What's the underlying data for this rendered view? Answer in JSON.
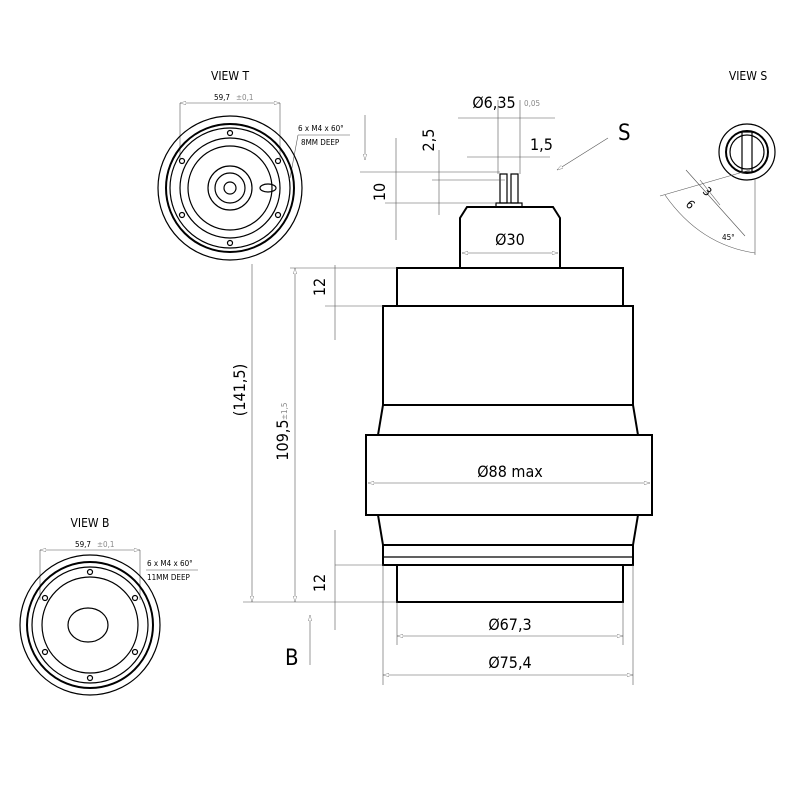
{
  "view_t": {
    "title": "VIEW T",
    "width_dim": "59,7",
    "width_tol": "±0,1",
    "thread_note": "6 x M4 x 60°",
    "depth_note": "8MM DEEP"
  },
  "view_b": {
    "title": "VIEW B",
    "width_dim": "59,7",
    "width_tol": "±0,1",
    "thread_note": "6 x M4 x 60°",
    "depth_note": "11MM DEEP"
  },
  "view_s": {
    "title": "VIEW S",
    "dim_3": "3",
    "dim_6": "6",
    "angle": "45°"
  },
  "main": {
    "pin_dia": "Ø6,35",
    "pin_tol": "0,05",
    "slot_width": "1,5",
    "slot_depth": "2,5",
    "pin_height": "10",
    "cap_dia": "Ø30",
    "mid_dia": "Ø88 max",
    "flange_dia": "Ø67,3",
    "body_dia": "Ø75,4",
    "flange_height_top": "12",
    "flange_height_bottom": "12",
    "body_length": "109,5",
    "body_length_tol": "±1,5",
    "overall_length": "(141,5)",
    "arrow_s": "S",
    "arrow_b": "B"
  }
}
